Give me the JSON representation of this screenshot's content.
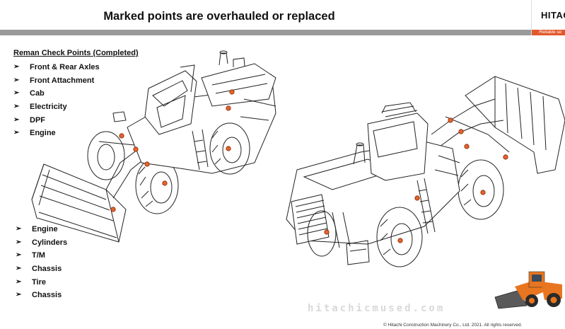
{
  "header": {
    "title": "Marked points are overhauled or replaced",
    "brand": "HITAC",
    "tagline": "Reliable se"
  },
  "checkpoints": {
    "title": "Reman Check Points (Completed)",
    "bullet": "➢",
    "top_items": [
      "Front & Rear Axles",
      "Front Attachment",
      "Cab",
      "Electricity",
      "DPF",
      "Engine"
    ],
    "bottom_items": [
      "Engine",
      "Cylinders",
      "T/M",
      "Chassis",
      "Tire",
      "Chassis"
    ]
  },
  "watermark": "hitachicmused.com",
  "copyright": "© Hitachi Construction Machinery Co., Ltd. 2021. All rights reserved.",
  "colors": {
    "marker": "#e8622a",
    "header_band": "#9a9a9a",
    "brand_accent": "#e2592b",
    "loader_body": "#e8751f"
  }
}
